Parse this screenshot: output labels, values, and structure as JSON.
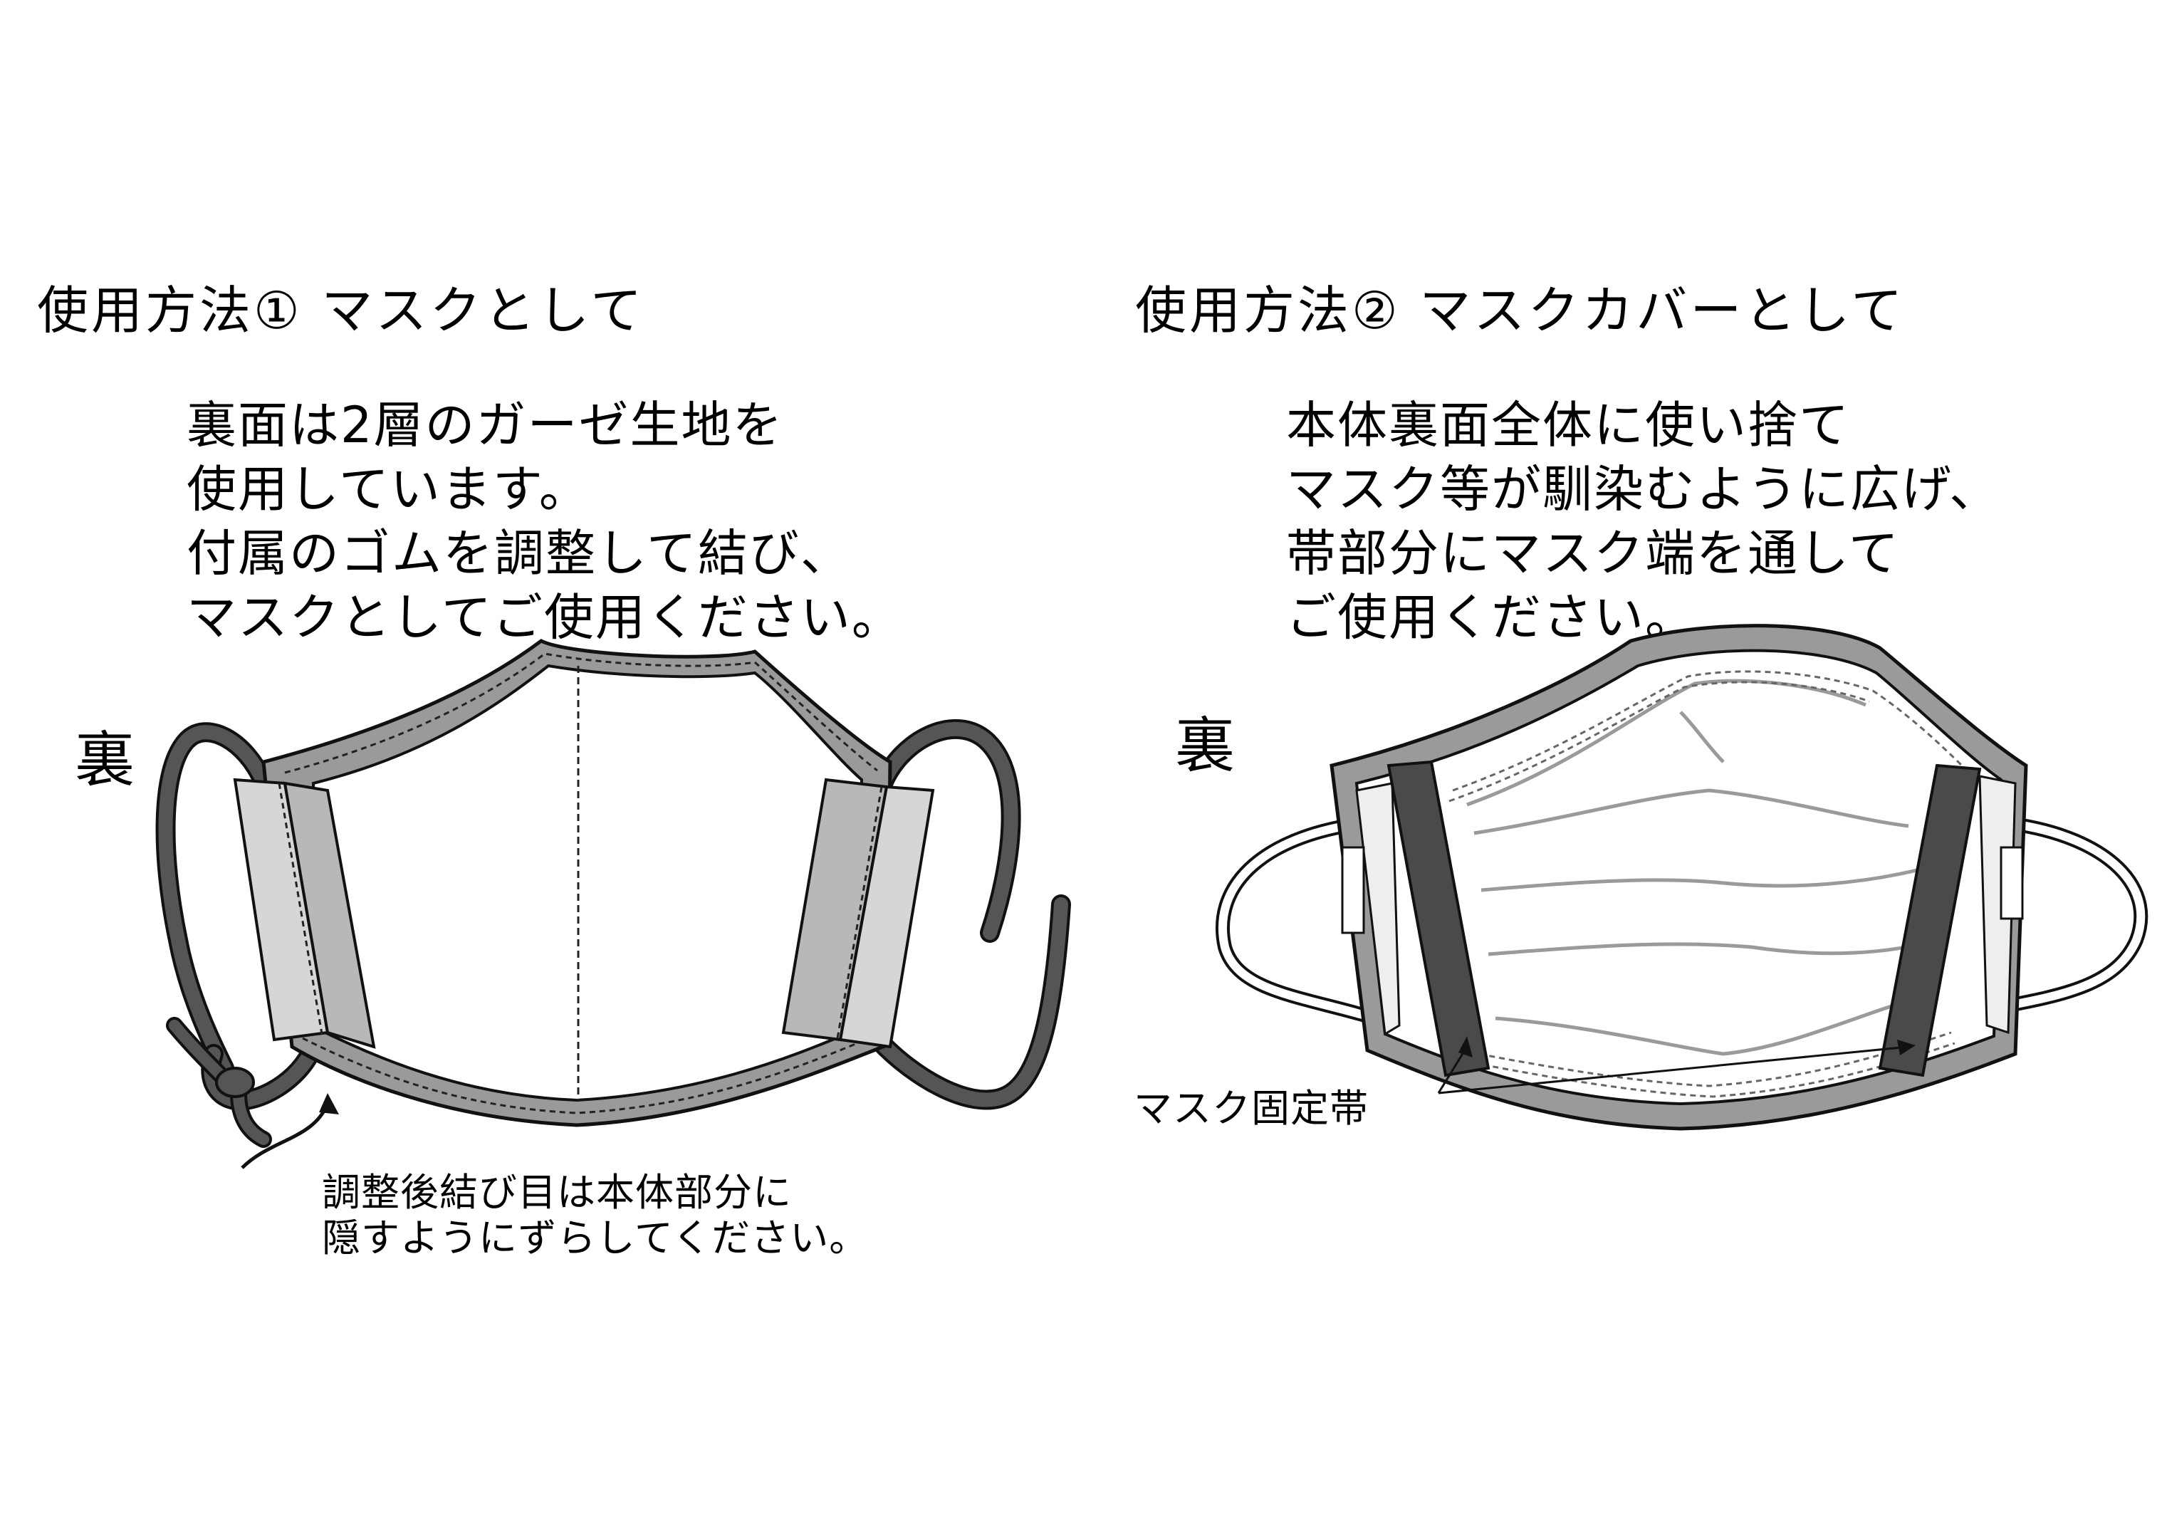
{
  "left": {
    "title": "使用方法①  マスクとして",
    "instructions": [
      "裏面は2層のガーゼ生地を",
      "使用しています。",
      "付属のゴムを調整して結び、",
      "マスクとしてご使用ください。"
    ],
    "side_label": "裏",
    "note": [
      "調整後結び目は本体部分に",
      "隠すようにずらしてください。"
    ]
  },
  "right": {
    "title": "使用方法②  マスクカバーとして",
    "instructions": [
      "本体裏面全体に使い捨て",
      "マスク等が馴染むように広げ、",
      "帯部分にマスク端を通して",
      "ご使用ください。"
    ],
    "side_label": "裏",
    "callout": "マスク固定帯"
  },
  "colors": {
    "border_gray": "#9a9a9a",
    "panel_gray": "#b8b8b8",
    "light_gray": "#d6d6d6",
    "strap_dark": "#4a4a4a",
    "elastic_dark": "#555555"
  }
}
